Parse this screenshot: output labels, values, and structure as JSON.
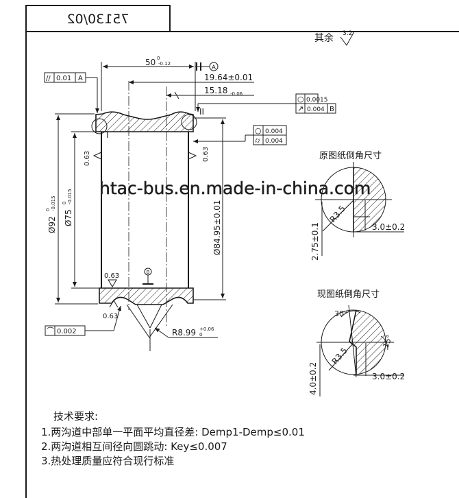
{
  "drawing_number": "75130/02",
  "roughness_remainder": {
    "label": "其余",
    "value": "3.2"
  },
  "dimensions": {
    "width_50": "50",
    "width_50_sup": "0",
    "width_50_sub": "-0.12",
    "datum_a": "A",
    "groove_19_64": "19.64±0.01",
    "groove_15_18": "15.18",
    "groove_15_18_sub": "-0.06",
    "dia_92": "Ø92",
    "dia_92_sup": "0",
    "dia_92_sub": "-0.015",
    "dia_75": "Ø75",
    "dia_75_sup": "0",
    "dia_75_sub": "-0.015",
    "dia_84_95": "Ø84.95±0.01",
    "radius_8_99": "R8.99",
    "radius_8_99_sup": "+0.06",
    "radius_8_99_sub": "0",
    "datum_b": "B"
  },
  "tolerance_frames": {
    "parallel": {
      "symbol": "//",
      "value": "0.01",
      "datum": "A"
    },
    "roundness_top": {
      "symbol": "○",
      "value": "0.0015"
    },
    "runout_top": {
      "symbol": "↗",
      "value": "0.004",
      "datum": "B"
    },
    "roundness_mid": {
      "symbol": "○",
      "value": "0.004"
    },
    "cylindricity_mid": {
      "symbol": "⌭",
      "value": "0.004"
    },
    "profile": {
      "symbol": "⌒",
      "value": "0.002"
    }
  },
  "roughness": {
    "left": "0.63",
    "right": "0.63",
    "bottom_inner": "0.63",
    "bottom_groove": "0.63"
  },
  "markers": {
    "left": "I",
    "right": "II"
  },
  "detail_original": {
    "title": "原图纸倒角尺寸",
    "radius": "R3.5",
    "horizontal": "3.0±0.2",
    "vertical": "2.75±0.1"
  },
  "detail_current": {
    "title": "现图纸倒角尺寸",
    "angle_top": "30°",
    "angle_side": "15°",
    "radius": "R3.5",
    "horizontal": "3.0±0.2",
    "vertical": "4.0±0.2"
  },
  "watermark": "htac-bus.en.made-in-china.com",
  "notes": {
    "title": "技术要求:",
    "items": [
      "1.两沟道中部单一平面平均直径差: Demp1-Demp≤0.01",
      "2.两沟道相互间径向圆跳动: Key≤0.007",
      "3.热处理质量应符合现行标准"
    ]
  }
}
